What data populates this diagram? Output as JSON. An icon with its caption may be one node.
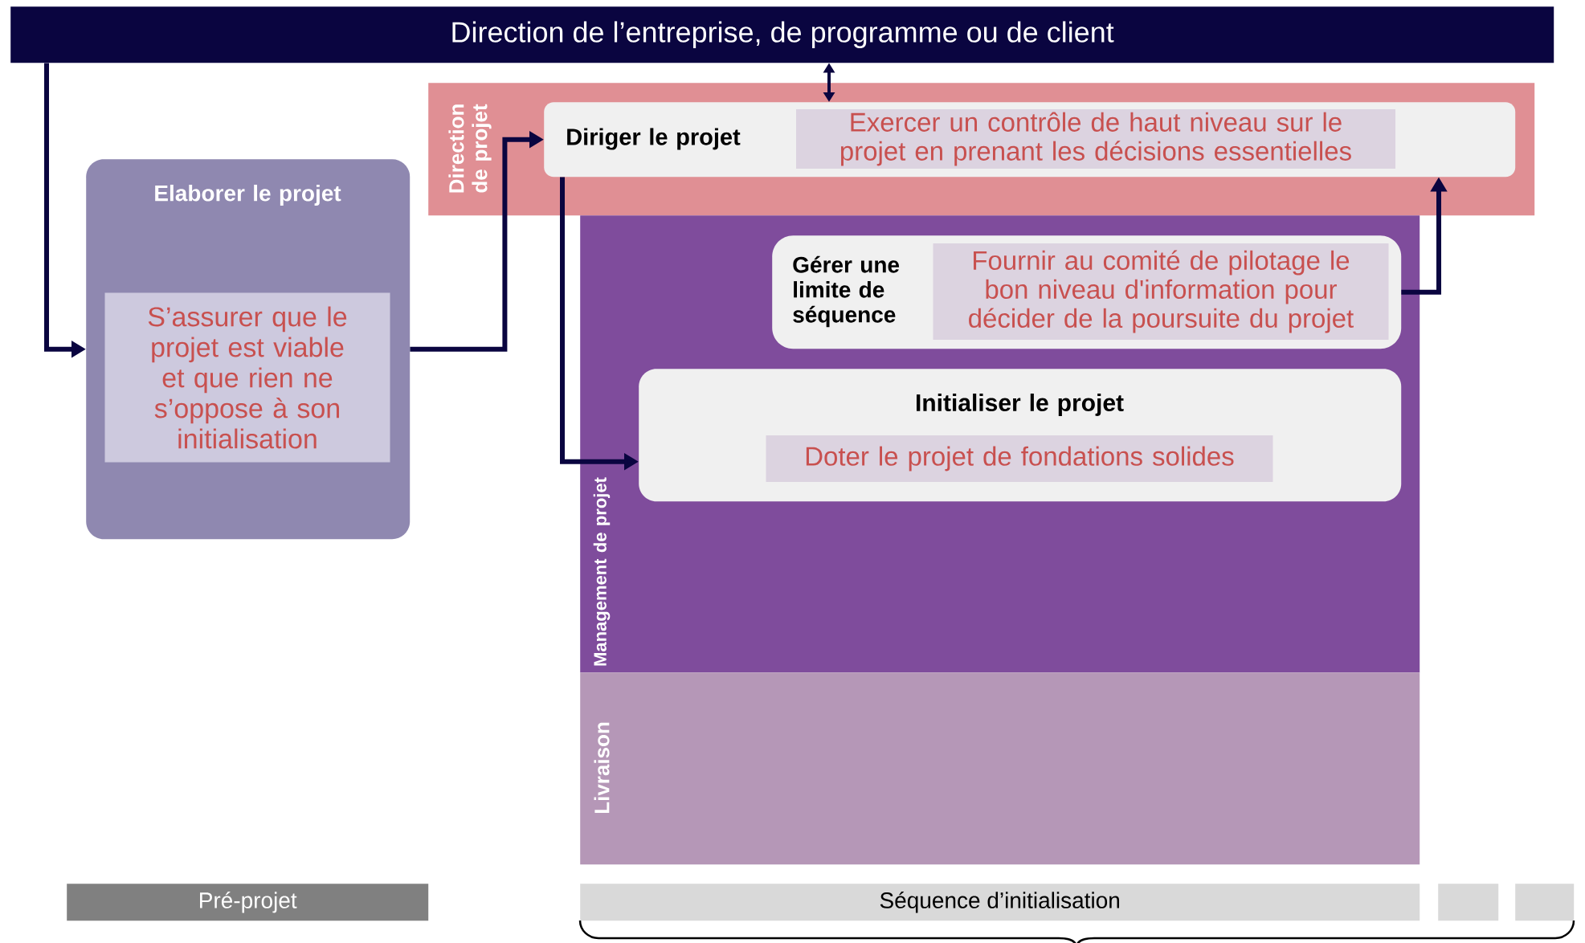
{
  "diagram": {
    "nodes": [
      {
        "text": [
          "Direction de l’entreprise, de programme ou de client"
        ]
      },
      {
        "text": [
          "Elaborer le projet",
          "S’assurer que le projet est viable et que rien ne s’oppose à son initialisation"
        ]
      },
      {
        "text": [
          "Direction de projet"
        ]
      },
      {
        "text": [
          "Diriger le projet",
          "Exercer un contrôle de haut niveau sur le projet en prenant les décisions essentielles"
        ],
        "in": 2
      },
      {
        "text": [
          "Management de projet"
        ]
      },
      {
        "text": [
          "Gérer une limite de séquence",
          "Fournir au comité de pilotage le bon niveau d'information pour décider de la poursuite du projet"
        ],
        "in": 4
      },
      {
        "text": [
          "Initialiser le projet",
          "Doter le projet de fondations solides"
        ],
        "in": 4
      },
      {
        "text": [
          "Livraison"
        ]
      },
      {
        "text": [
          "Pré-projet"
        ]
      },
      {
        "text": [
          "Séquence d’initialisation"
        ]
      },
      {
        "text": [],
        "shape": "box"
      },
      {
        "text": [],
        "shape": "box"
      }
    ],
    "edges": [
      {
        "from": 0,
        "to": 1,
        "arrow": "to"
      },
      {
        "from": 1,
        "to": 3,
        "arrow": "to"
      },
      {
        "from": 3,
        "to": 6,
        "arrow": "to"
      },
      {
        "from": 5,
        "to": 3,
        "arrow": "to"
      },
      {
        "from": 0,
        "to": 3,
        "arrow": "both"
      }
    ]
  }
}
